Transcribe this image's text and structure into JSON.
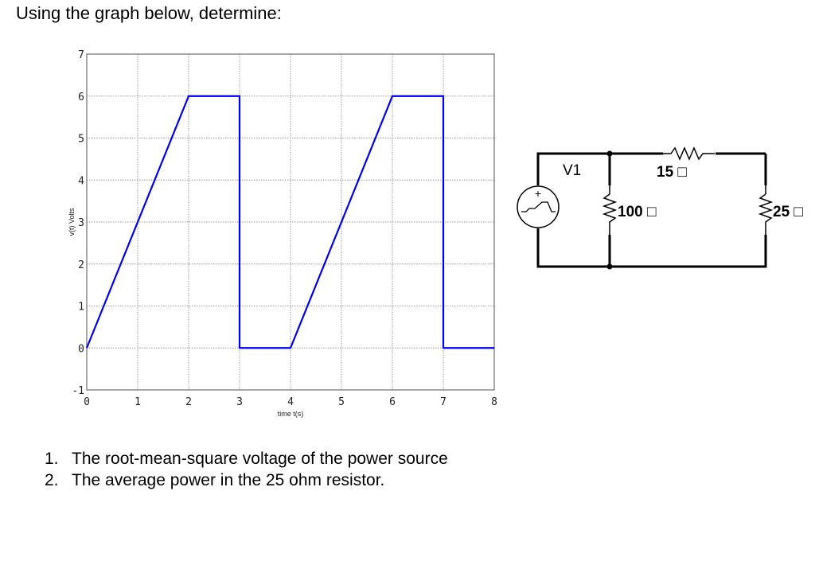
{
  "intro": "Using the graph below, determine:",
  "chart_data": {
    "type": "line",
    "title": "",
    "xlabel": "time t(s)",
    "ylabel": "v(t) Volts",
    "xlim": [
      0,
      8
    ],
    "ylim": [
      -1,
      7
    ],
    "xticks": [
      0,
      1,
      2,
      3,
      4,
      5,
      6,
      7,
      8
    ],
    "yticks": [
      -1,
      0,
      1,
      2,
      3,
      4,
      5,
      6,
      7
    ],
    "grid": true,
    "series": [
      {
        "name": "v(t)",
        "color": "#0000ff",
        "x": [
          0,
          2,
          3,
          3,
          4,
          6,
          7,
          7,
          8
        ],
        "y": [
          0,
          6,
          6,
          0,
          0,
          6,
          6,
          0,
          0
        ]
      }
    ]
  },
  "circuit": {
    "source_label": "V1",
    "source_polarity": "+",
    "r_shunt_label": "100 □",
    "r_series_label": "15 □",
    "r_load_label": "25 □"
  },
  "questions": [
    {
      "num": "1.",
      "text": "The root-mean-square voltage of the power source"
    },
    {
      "num": "2.",
      "text": "The average power in the 25 ohm resistor."
    }
  ]
}
